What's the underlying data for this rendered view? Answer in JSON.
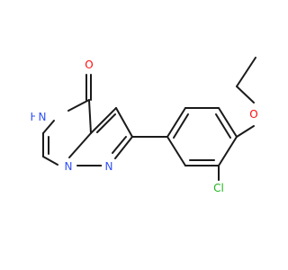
{
  "molecule": {
    "colors": {
      "bond": "#1a1a1a",
      "carbon": "#1a1a1a",
      "oxygen": "#ff0d0d",
      "nitrogen": "#3050f8",
      "chlorine": "#1fb51f"
    },
    "atoms": {
      "carbonyl_oxygen": "O",
      "ring_nh": "H",
      "ring_nh_n": "N",
      "bridge_n": "N",
      "pyrazole_n": "N",
      "chlorine": "Cl",
      "ether_oxygen": "O"
    }
  }
}
